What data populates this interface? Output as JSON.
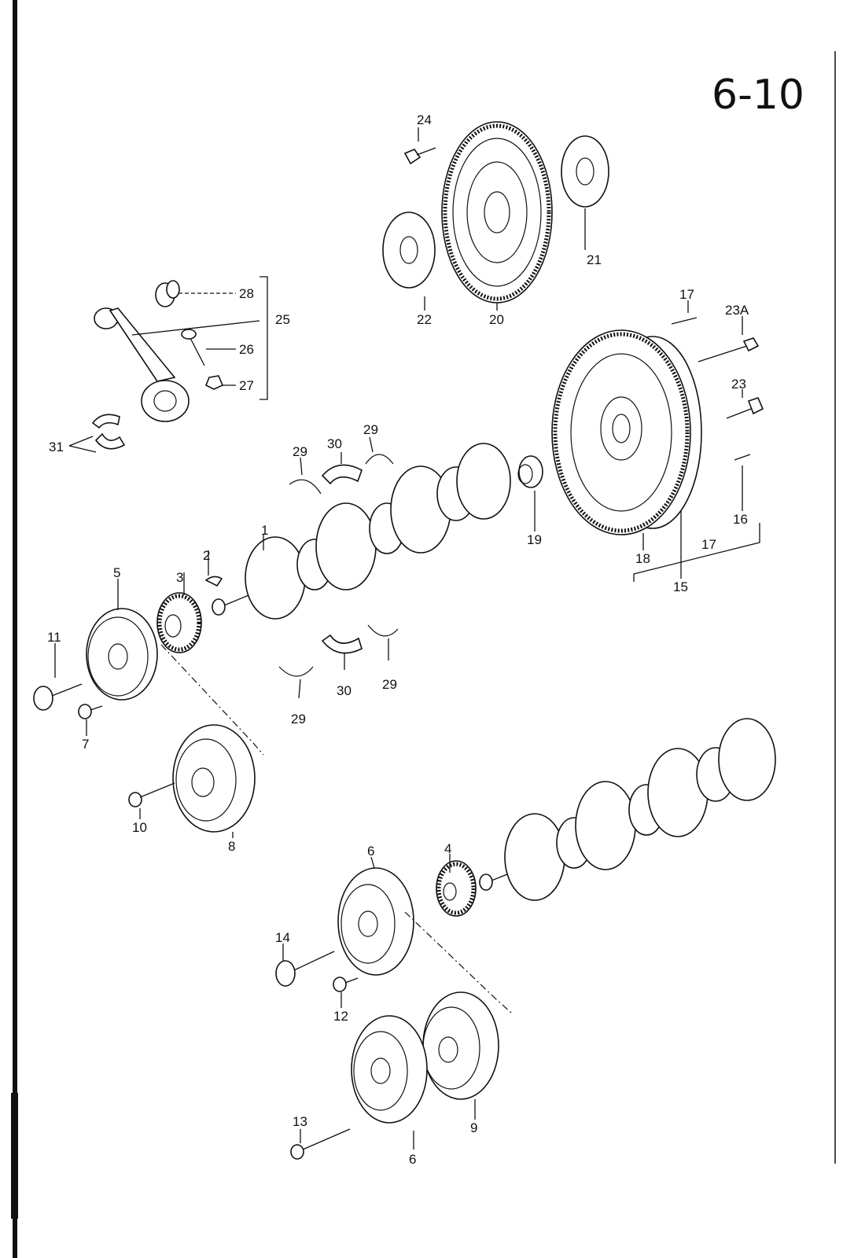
{
  "page_number": "6-10",
  "callouts": {
    "c1": "1",
    "c2": "2",
    "c3": "3",
    "c4": "4",
    "c5": "5",
    "c6a": "6",
    "c6b": "6",
    "c7": "7",
    "c8": "8",
    "c9": "9",
    "c10": "10",
    "c11": "11",
    "c12": "12",
    "c13": "13",
    "c14": "14",
    "c15": "15",
    "c16": "16",
    "c17a": "17",
    "c17b": "17",
    "c18": "18",
    "c19": "19",
    "c20": "20",
    "c21": "21",
    "c22": "22",
    "c23": "23",
    "c23a": "23A",
    "c24": "24",
    "c25": "25",
    "c26": "26",
    "c27": "27",
    "c28": "28",
    "c29a": "29",
    "c29b": "29",
    "c29c": "29",
    "c29d": "29",
    "c30a": "30",
    "c30b": "30",
    "c31": "31"
  }
}
